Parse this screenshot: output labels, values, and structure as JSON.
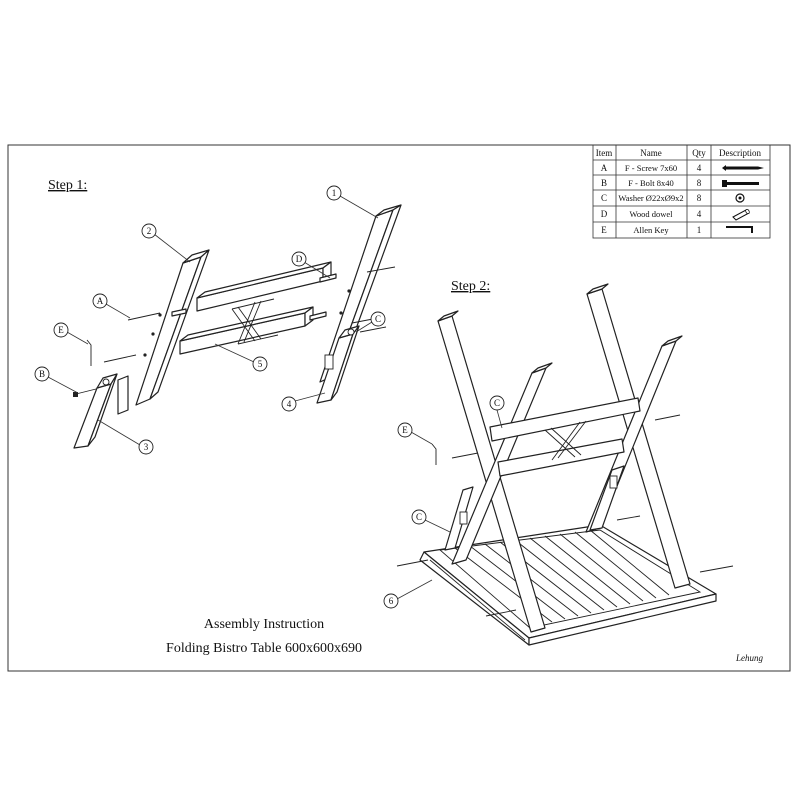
{
  "step1_label": "Step 1:",
  "step2_label": "Step 2:",
  "title_line1": "Assembly Instruction",
  "title_line2": "Folding Bistro Table 600x600x690",
  "signature": "Lehung",
  "parts_table": {
    "headers": [
      "Item",
      "Name",
      "Qty",
      "Description"
    ],
    "rows": [
      {
        "item": "A",
        "name": "F - Screw 7x60",
        "qty": "4",
        "icon": "screw-icon"
      },
      {
        "item": "B",
        "name": "F - Bolt 8x40",
        "qty": "8",
        "icon": "bolt-icon"
      },
      {
        "item": "C",
        "name": "Washer Ø22xØ9x2",
        "qty": "8",
        "icon": "washer-icon"
      },
      {
        "item": "D",
        "name": "Wood dowel",
        "qty": "4",
        "icon": "dowel-icon"
      },
      {
        "item": "E",
        "name": "Allen Key",
        "qty": "1",
        "icon": "allen-key-icon"
      }
    ]
  },
  "step1_callouts": {
    "n1": "1",
    "n2": "2",
    "n3": "3",
    "n4": "4",
    "n5": "5",
    "A": "A",
    "B": "B",
    "C": "C",
    "D": "D",
    "E": "E"
  },
  "step2_callouts": {
    "E": "E",
    "C1": "C",
    "C2": "C",
    "n6": "6"
  }
}
